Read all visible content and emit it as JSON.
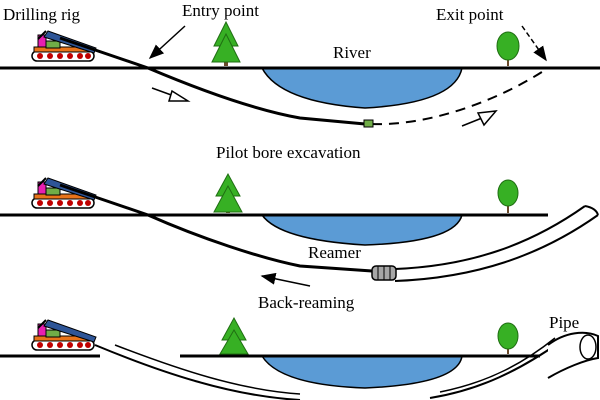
{
  "labels": {
    "drilling_rig": "Drilling rig",
    "entry_point": "Entry point",
    "exit_point": "Exit point",
    "river": "River",
    "pilot_bore": "Pilot bore excavation",
    "reamer": "Reamer",
    "back_reaming": "Back-reaming",
    "pipe": "Pipe"
  },
  "colors": {
    "water": "#5b9bd5",
    "tree": "#37b024",
    "rig_body": "#2e5597",
    "rig_accent": "#e8731a",
    "rig_pink": "#e81fb0",
    "rig_green": "#70ad47",
    "wheel": "#c00000"
  },
  "icons": {
    "tree": "tree-icon",
    "rig": "drilling-rig-icon",
    "drill_head": "drill-head-icon",
    "reamer": "reamer-icon",
    "direction_arrow": "arrow-icon"
  }
}
